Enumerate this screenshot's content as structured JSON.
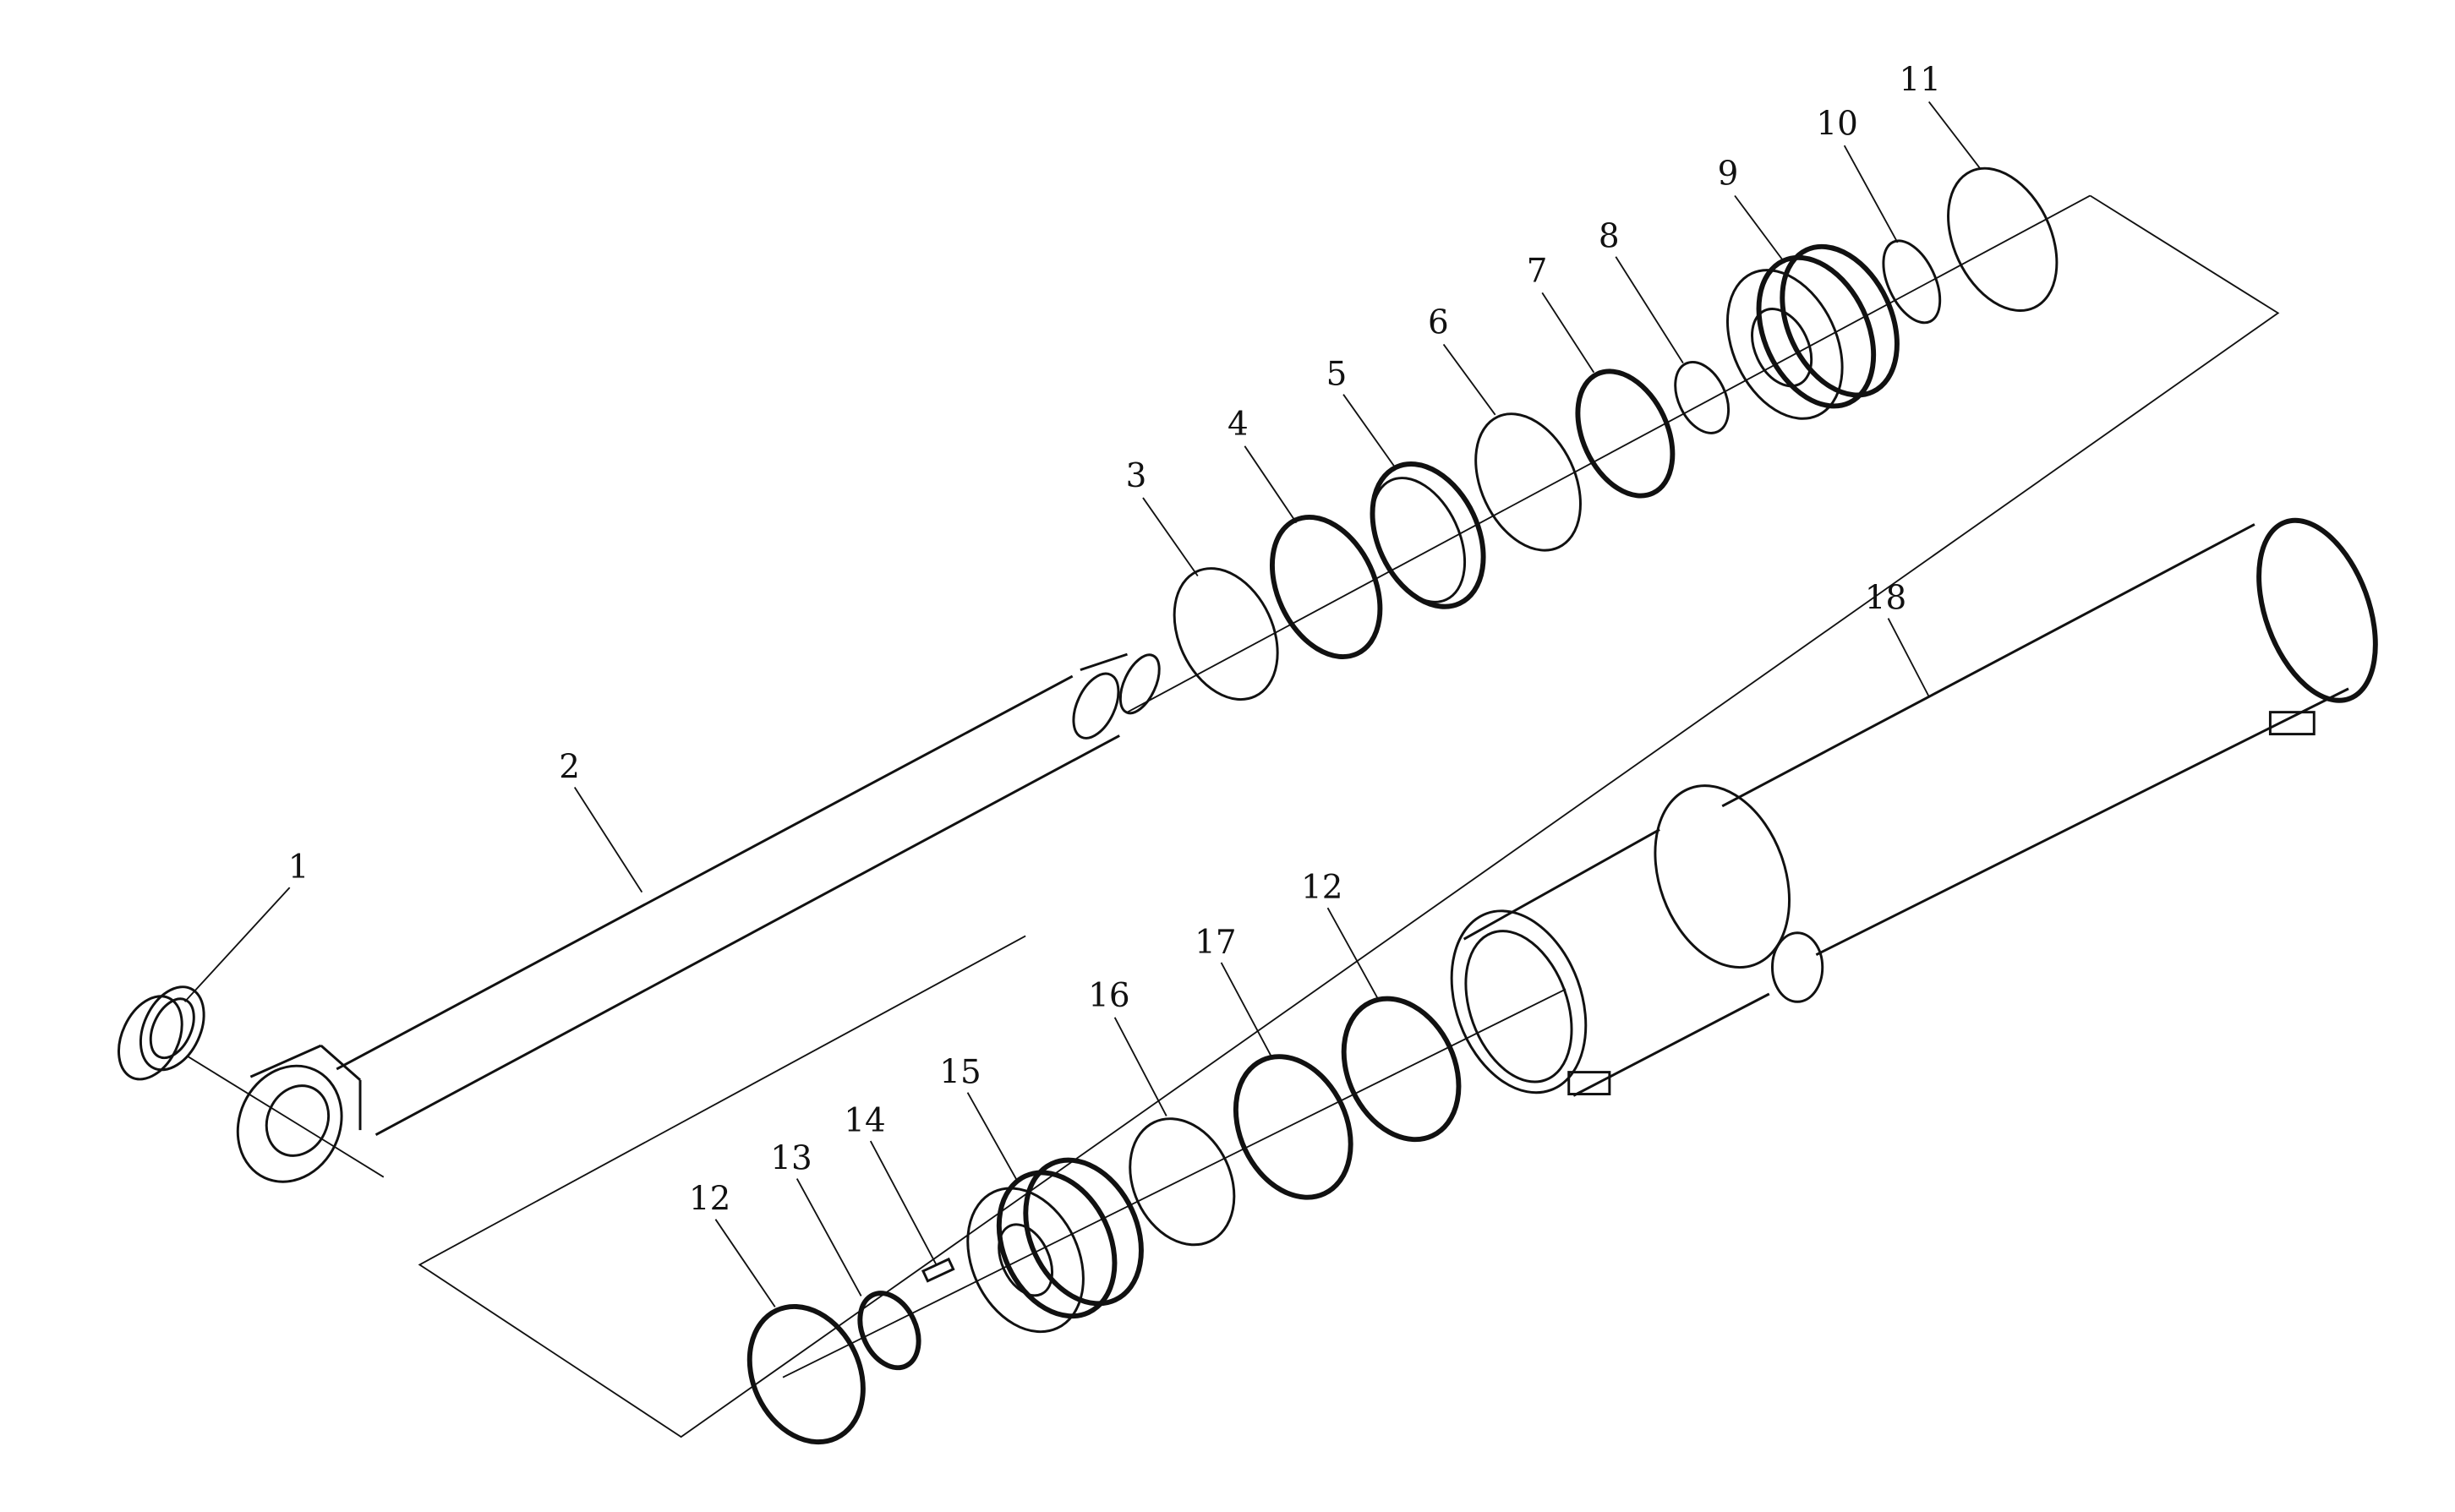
{
  "title": "Hydraulic cylinder exploded view",
  "callouts": [
    "1",
    "2",
    "3",
    "4",
    "5",
    "6",
    "7",
    "8",
    "9",
    "10",
    "11",
    "12",
    "12",
    "13",
    "14",
    "15",
    "16",
    "17",
    "18"
  ],
  "colors": {
    "ink": "#111111",
    "background": "#ffffff"
  }
}
